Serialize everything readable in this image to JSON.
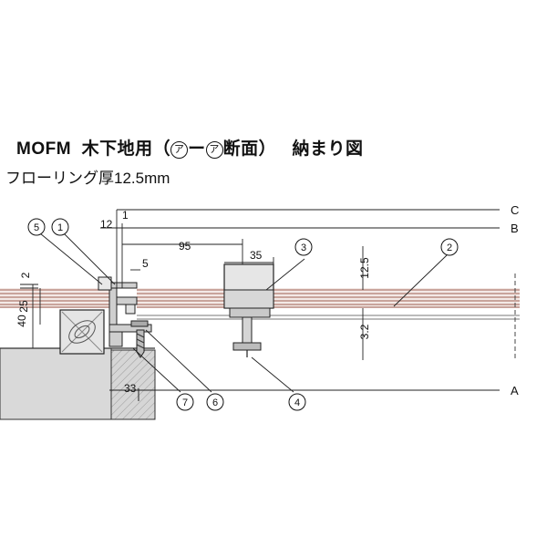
{
  "title": {
    "model": "MOFM",
    "usage": "木下地用",
    "paren_open": "（",
    "section_from": "ア",
    "dash": "ー",
    "section_to": "ア",
    "section_word": "断面",
    "paren_close": "）",
    "drawing_type": "納まり図"
  },
  "subtitle": "フローリング厚12.5mm",
  "level_lines": {
    "A": "A",
    "B": "B",
    "C": "C"
  },
  "dimensions": {
    "d12": "12",
    "d1": "1",
    "d95": "95",
    "d35": "35",
    "d5": "5",
    "d2": "2",
    "d25": "25",
    "d40": "40",
    "d12_5": "12.5",
    "d3_2": "3.2",
    "d33": "33"
  },
  "callouts": {
    "c1": "1",
    "c2": "2",
    "c3": "3",
    "c4": "4",
    "c5": "5",
    "c6": "6",
    "c7": "7"
  },
  "colors": {
    "flooring_stripe": "#b07c70",
    "flooring_base": "#f3e9e6",
    "concrete": "#d6d6d6",
    "metal": "#cfcfcf",
    "line": "#111111"
  }
}
